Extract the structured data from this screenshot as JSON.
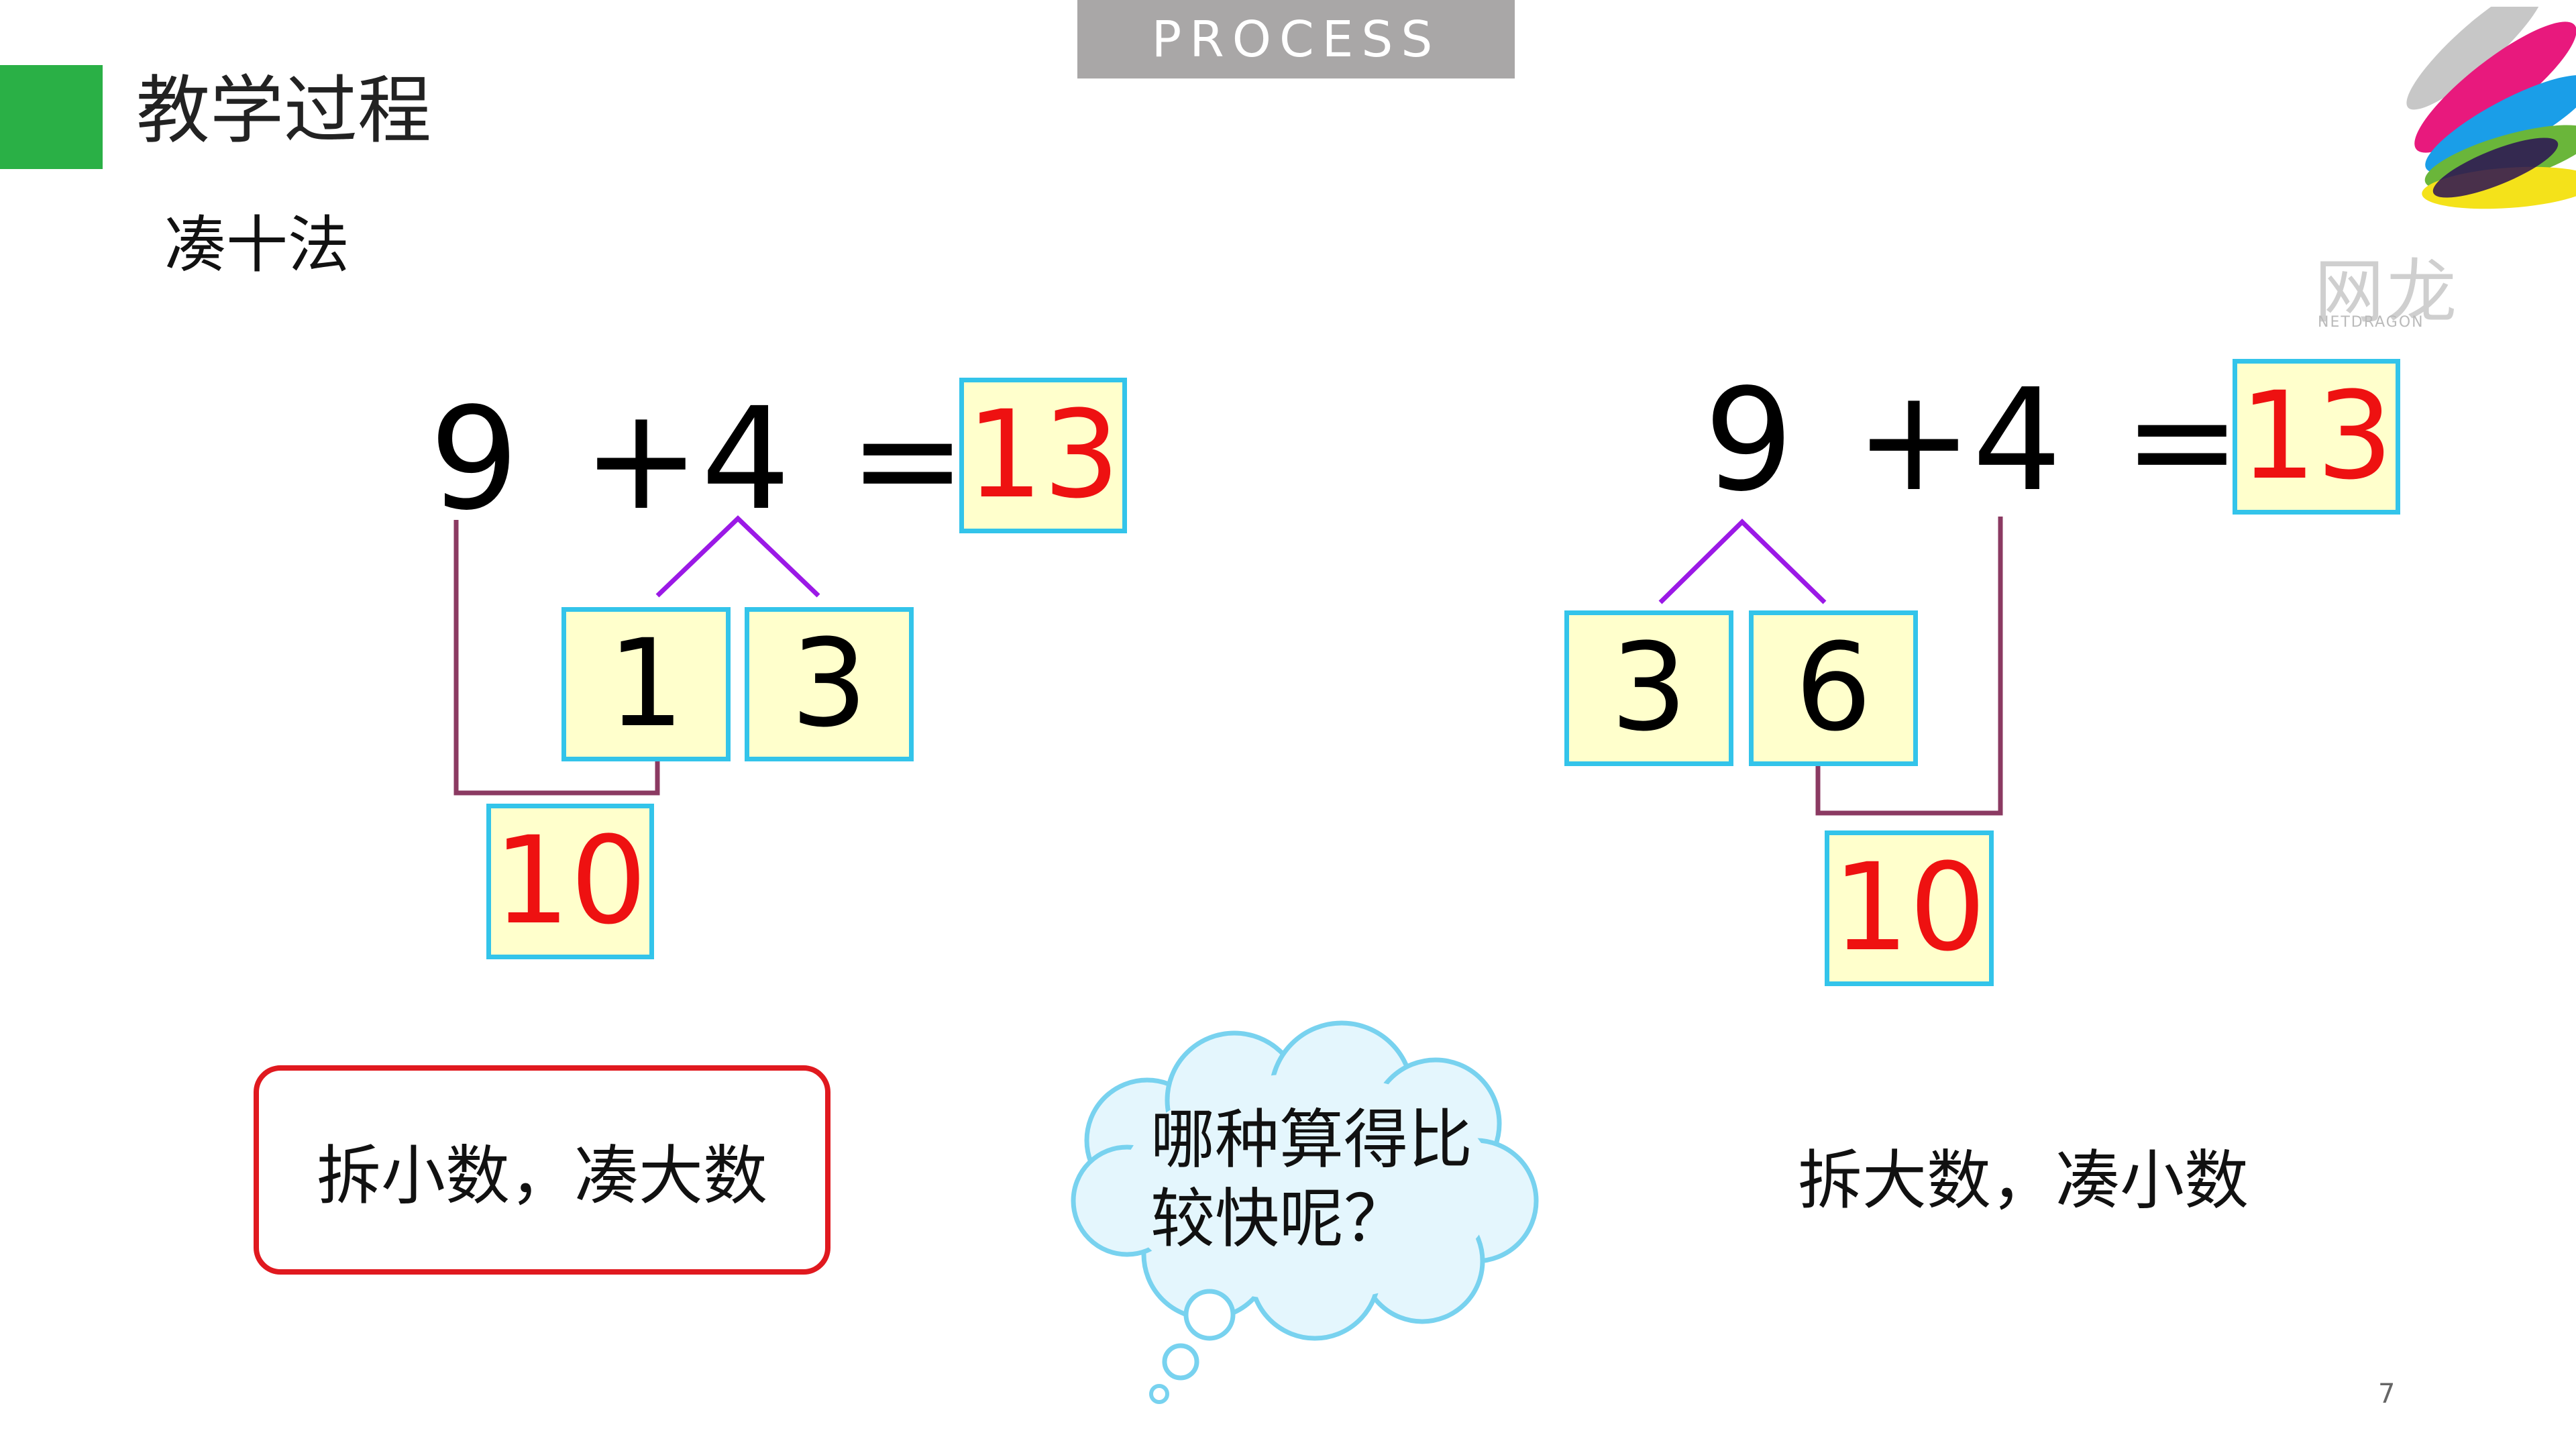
{
  "header": {
    "tab_label": "PROCESS",
    "section_title": "教学过程",
    "subtitle": "凑十法"
  },
  "logo": {
    "brand_cn": "网龙",
    "brand_en": "NETDRAGON"
  },
  "left_example": {
    "a": "9",
    "plus": "+",
    "b": "4",
    "equals": "=",
    "result": "13",
    "split_1": "1",
    "split_2": "3",
    "ten": "10"
  },
  "right_example": {
    "a": "9",
    "plus": "+",
    "b": "4",
    "equals": "=",
    "result": "13",
    "split_1": "3",
    "split_2": "6",
    "ten": "10"
  },
  "strategies": {
    "left": "拆小数，凑大数",
    "right": "拆大数，凑小数"
  },
  "thought": {
    "line1": "哪种算得比",
    "line2": "较快呢？"
  },
  "page_number": "7",
  "colors": {
    "accent_green": "#2ab046",
    "tab_gray": "#a9a7a7",
    "box_fill": "#ffffcc",
    "box_border": "#33c4ea",
    "result_red": "#ee1111",
    "split_line": "#9b19e6",
    "bracket_line": "#8b3a62",
    "strategy_border": "#e0191f",
    "cloud_fill": "#e4f6fd"
  }
}
